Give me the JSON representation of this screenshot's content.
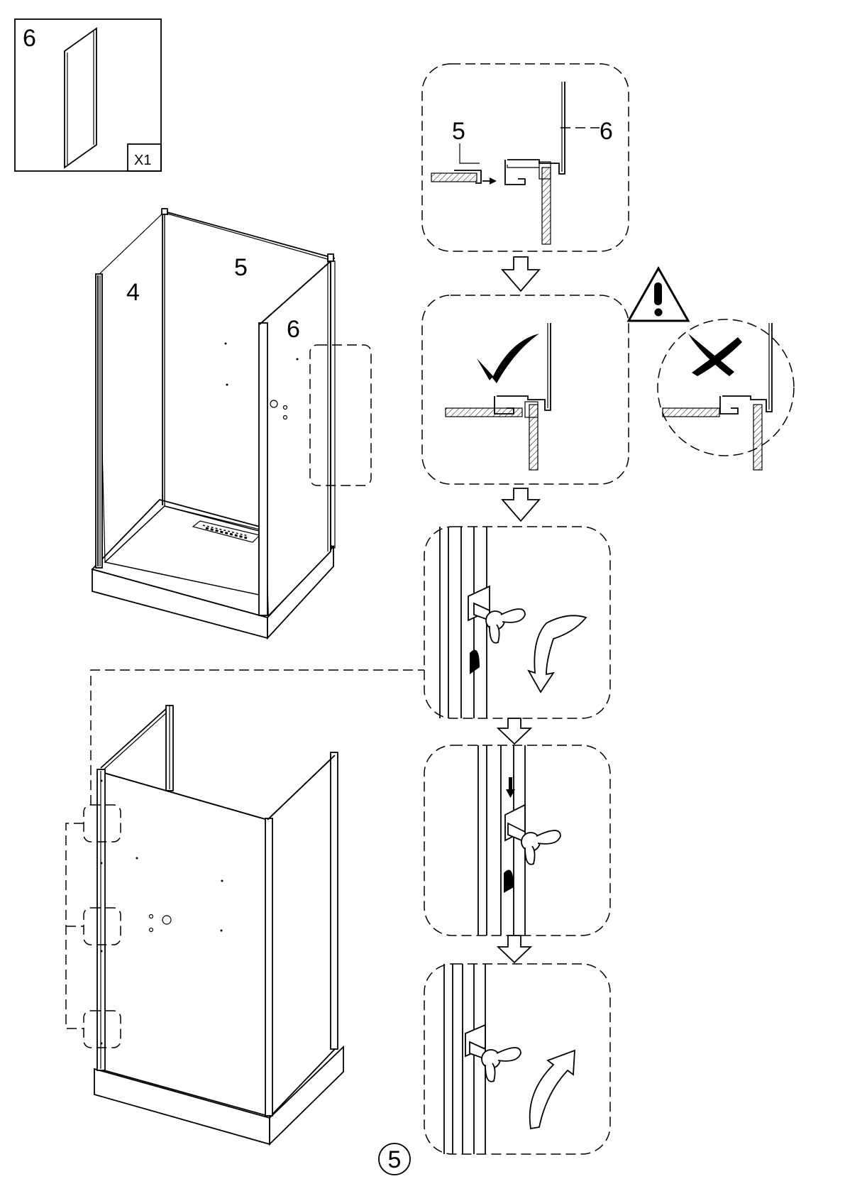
{
  "parts_box": {
    "part_number": "6",
    "quantity": "X1"
  },
  "labels": {
    "panel_4": "4",
    "panel_5": "5",
    "panel_6": "6",
    "detail_5": "5",
    "detail_6": "6"
  },
  "step_number": "5",
  "icons": {
    "warning": "warning-triangle-icon",
    "correct": "checkmark-icon",
    "incorrect": "cross-icon",
    "rotate_down": "curved-arrow-down-icon",
    "rotate_up": "curved-arrow-up-icon",
    "push_down": "down-arrow-icon"
  }
}
